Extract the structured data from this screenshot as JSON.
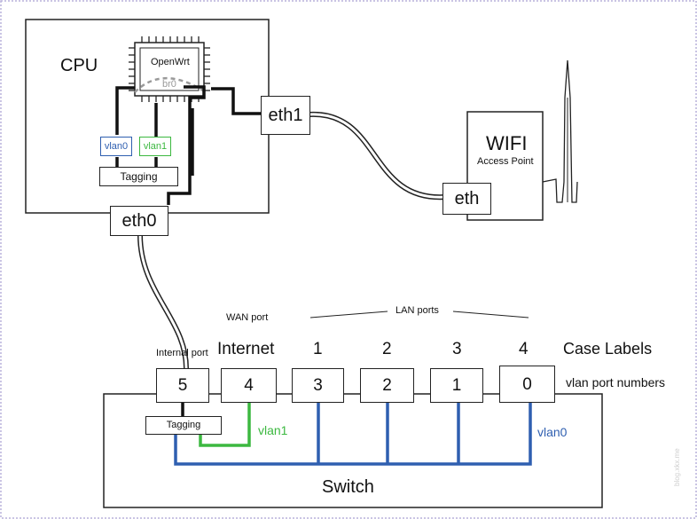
{
  "cpu": {
    "label": "CPU",
    "chip_label": "OpenWrt",
    "bridge_label": "br0",
    "vlan0_label": "vlan0",
    "vlan1_label": "vlan1",
    "tagging_label": "Tagging",
    "eth0_label": "eth0",
    "eth1_label": "eth1"
  },
  "wifi": {
    "title": "WIFI",
    "subtitle": "Access Point",
    "eth_label": "eth"
  },
  "switch": {
    "label": "Switch",
    "tagging_label": "Tagging",
    "vlan1_label": "vlan1",
    "vlan0_label": "vlan0",
    "ports": [
      "5",
      "4",
      "3",
      "2",
      "1",
      "0"
    ]
  },
  "annotations": {
    "wan_port": "WAN port",
    "lan_ports": "LAN ports",
    "internal_port": "Internal port",
    "internet": "Internet",
    "case_labels_title": "Case Labels",
    "vlan_port_numbers_title": "vlan port numbers",
    "case_numbers": [
      "1",
      "2",
      "3",
      "4"
    ]
  },
  "colors": {
    "vlan0": "#2f5fb0",
    "vlan1": "#3cb840",
    "bridge": "#9a9a9a",
    "line": "#111111",
    "border": "#b9b2dc"
  },
  "watermark": "blog.xkx.me"
}
